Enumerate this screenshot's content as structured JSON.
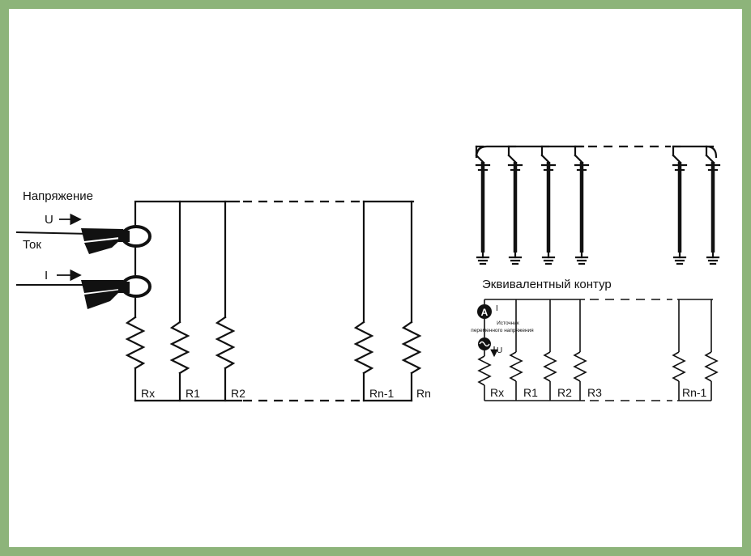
{
  "left_diagram": {
    "voltage_label": "Напряжение",
    "u_label": "U",
    "current_label": "Ток",
    "i_label": "I",
    "resistors": [
      "Rx",
      "R1",
      "R2",
      "Rn-1",
      "Rn"
    ]
  },
  "right_diagram": {
    "equivalent_title": "Эквивалентный контур",
    "ammeter_symbol": "A",
    "current_symbol": "I",
    "source_caption": [
      "Источник",
      "переменного напряжения"
    ],
    "u_label": "U",
    "resistors": [
      "Rx",
      "R1",
      "R2",
      "R3",
      "Rn-1"
    ]
  },
  "colors": {
    "frame": "#8db47a",
    "lines": "#111111"
  }
}
